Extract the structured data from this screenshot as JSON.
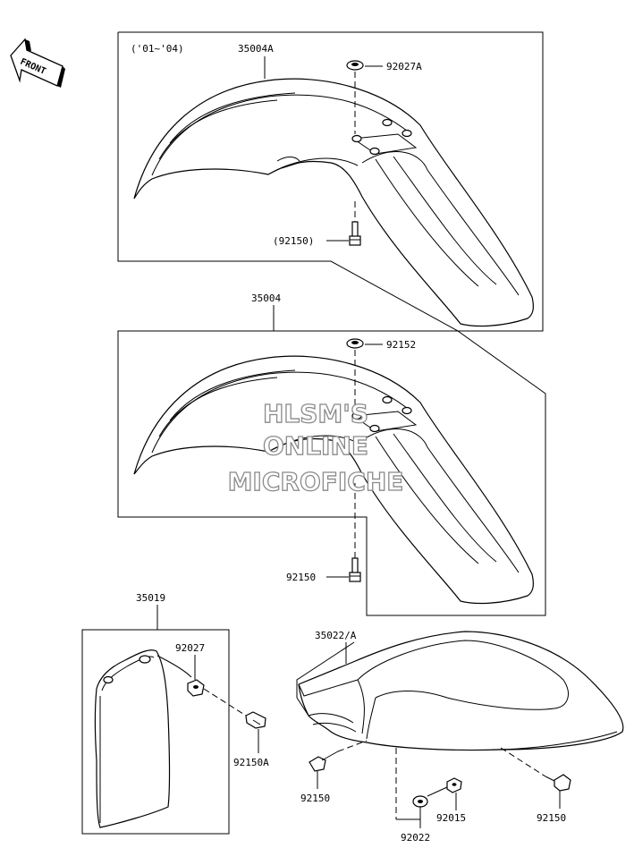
{
  "front_marker": "FRONT",
  "top_group": {
    "date_range": "('01~'04)",
    "fender": "35004A",
    "washer": "92027A",
    "bolt": "(92150)"
  },
  "middle_group": {
    "fender": "35004",
    "washer": "92152",
    "bolt": "92150"
  },
  "left_group": {
    "plate": "35019",
    "collar": "92027",
    "bolt": "92150A"
  },
  "rear_group": {
    "fender": "35022/A",
    "bolt_front": "92150",
    "bolt_rear": "92150",
    "nut": "92015",
    "washer": "92022"
  },
  "watermark": {
    "line1": "HLSM'S",
    "line2": "ONLINE",
    "line3": "MICROFICHE"
  }
}
